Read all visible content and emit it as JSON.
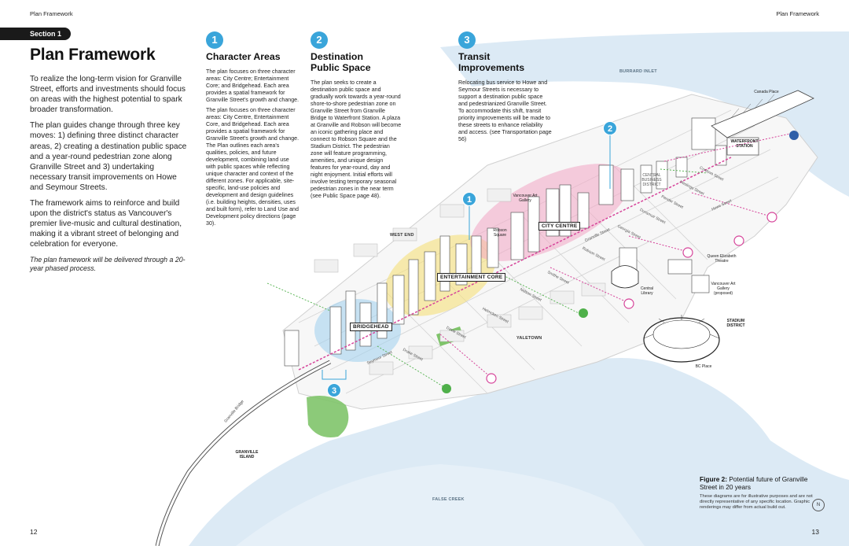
{
  "header": {
    "left_running_head": "Plan Framework",
    "right_running_head": "Plan Framework"
  },
  "left_page": {
    "section_tab": "Section 1",
    "title": "Plan Framework",
    "intro": [
      "To realize the long-term vision for Granville Street, efforts and investments should focus on areas with the highest potential to spark broader transformation.",
      "The plan guides change through three key moves: 1) defining three distinct character areas, 2) creating a destination public space and a year-round pedestrian zone along Granville Street and 3) undertaking necessary transit improvements on Howe and Seymour Streets.",
      "The framework aims to reinforce and build upon the district's status as Vancouver's premier live-music and cultural destination, making it a vibrant street of belonging and celebration for everyone."
    ],
    "note": "The plan framework will be delivered through a 20-year phased process.",
    "page_number": "12"
  },
  "moves": [
    {
      "number": "1",
      "title": "Character Areas",
      "paragraphs": [
        "The plan focuses on three character areas: City Centre; Entertainment Core; and Bridgehead. Each area provides a spatial framework for Granville Street's growth and change.",
        "The plan focuses on three character areas: City Centre, Entertainment Core, and Bridgehead. Each area provides a spatial framework for Granville Street's growth and change. The Plan outlines each area's qualities, policies, and future development, combining land use with public spaces while reflecting unique character and context of the different zones. For applicable, site-specific, land-use policies and development and design guidelines (i.e. building heights, densities, uses and built form), refer to Land Use and Development policy directions (page 30)."
      ]
    },
    {
      "number": "2",
      "title": "Destination Public Space",
      "paragraphs": [
        "The plan seeks to create a destination public space and gradually work towards a year-round shore-to-shore pedestrian zone on Granville Street from Granville Bridge to Waterfront Station. A plaza at Granville and Robson will become an iconic gathering place and connect to Robson Square and the Stadium District. The pedestrian zone will feature programming, amenities, and unique design features for year-round, day and night enjoyment. Initial efforts will involve testing temporary seasonal pedestrian zones in the near term (see Public Space page 48)."
      ]
    },
    {
      "number": "3",
      "title": "Transit Improvements",
      "paragraphs": [
        "Relocating bus service to Howe and Seymour Streets is necessary to support a destination public space and pedestrianized Granville Street. To accommodate this shift, transit priority improvements will be made to these streets to enhance reliability and access. (see Transportation page 56)"
      ]
    }
  ],
  "map": {
    "water_labels": {
      "burrard_inlet": "BURRARD INLET",
      "false_creek": "FALSE CREEK"
    },
    "area_labels": {
      "west_end": "WEST END",
      "yaletown": "YALETOWN",
      "granville_island": "GRANVILLE ISLAND",
      "stadium_district": "STADIUM DISTRICT",
      "waterfront_station": "WATERFRONT STATION"
    },
    "zones": {
      "city_centre": "CITY CENTRE",
      "entertainment_core": "ENTERTAINMENT CORE",
      "bridgehead": "BRIDGEHEAD"
    },
    "landmarks": {
      "canada_place": "Canada Place",
      "vancouver_art_gallery": "Vancouver Art Gallery",
      "robson_square": "Robson Square",
      "queen_elizabeth_theatre": "Queen Elizabeth Theatre",
      "new_art_gallery": "Vancouver Art Gallery (proposed)",
      "central_library": "Central Library",
      "bc_place": "BC Place",
      "central_business_district": "CENTRAL BUSINESS DISTRICT",
      "granville_bridge": "Granville Bridge"
    },
    "streets": [
      "Cordova Street",
      "Hastings Street",
      "Pender Street",
      "Dunsmuir Street",
      "Georgia Street",
      "Robson Street",
      "Smithe Street",
      "Nelson Street",
      "Helmcken Street",
      "Davie Street",
      "Drake Street",
      "Howe Street",
      "Seymour Street",
      "Granville Street"
    ],
    "colors": {
      "water": "#dceaf5",
      "city_centre": "#f3a6c4",
      "entertainment_core": "#f5e07a",
      "bridgehead": "#9fd0ee",
      "park": "#7fc46a",
      "transit_magenta": "#d6449a",
      "bike_green": "#4fb04a",
      "badge_blue": "#3aa5da"
    },
    "badges": {
      "one": "1",
      "two": "2",
      "three": "3"
    }
  },
  "caption": {
    "figure_label": "Figure 2:",
    "figure_title": "Potential future of Granville Street in 20 years",
    "note": "These diagrams are for illustrative purposes and are not directly representative of any specific location. Graphic renderings may differ from actual build out."
  },
  "right_page": {
    "page_number": "13",
    "north_label": "N"
  }
}
